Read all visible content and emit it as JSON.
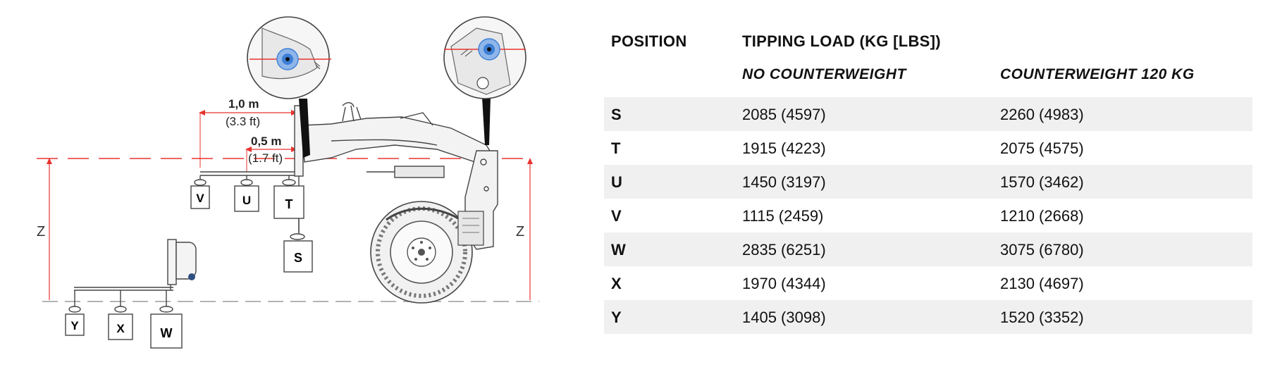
{
  "diagram": {
    "dim_labels": {
      "long_metric": "1,0 m",
      "long_imperial": "(3.3 ft)",
      "short_metric": "0,5 m",
      "short_imperial": "(1.7 ft)",
      "height_left": "Z",
      "height_right": "Z"
    },
    "weights": [
      "V",
      "U",
      "T",
      "S",
      "Y",
      "X",
      "W"
    ]
  },
  "table": {
    "col_position": "POSITION",
    "col_tipping": "TIPPING LOAD (KG [LBS])",
    "sub_no_cw": "NO COUNTERWEIGHT",
    "sub_cw": "COUNTERWEIGHT 120 KG",
    "rows": [
      {
        "pos": "S",
        "no_cw": "2085 (4597)",
        "cw": "2260 (4983)"
      },
      {
        "pos": "T",
        "no_cw": "1915 (4223)",
        "cw": "2075 (4575)"
      },
      {
        "pos": "U",
        "no_cw": "1450 (3197)",
        "cw": "1570 (3462)"
      },
      {
        "pos": "V",
        "no_cw": "1115 (2459)",
        "cw": "1210 (2668)"
      },
      {
        "pos": "W",
        "no_cw": "2835 (6251)",
        "cw": "3075 (6780)"
      },
      {
        "pos": "X",
        "no_cw": "1970 (4344)",
        "cw": "2130 (4697)"
      },
      {
        "pos": "Y",
        "no_cw": "1405 (3098)",
        "cw": "1520 (3352)"
      }
    ]
  },
  "colors": {
    "red_line": "#e8332f",
    "grey_line": "#9a9a9a",
    "accent_blue": "#3d7fd6",
    "row_stripe": "#f0f0f0"
  }
}
